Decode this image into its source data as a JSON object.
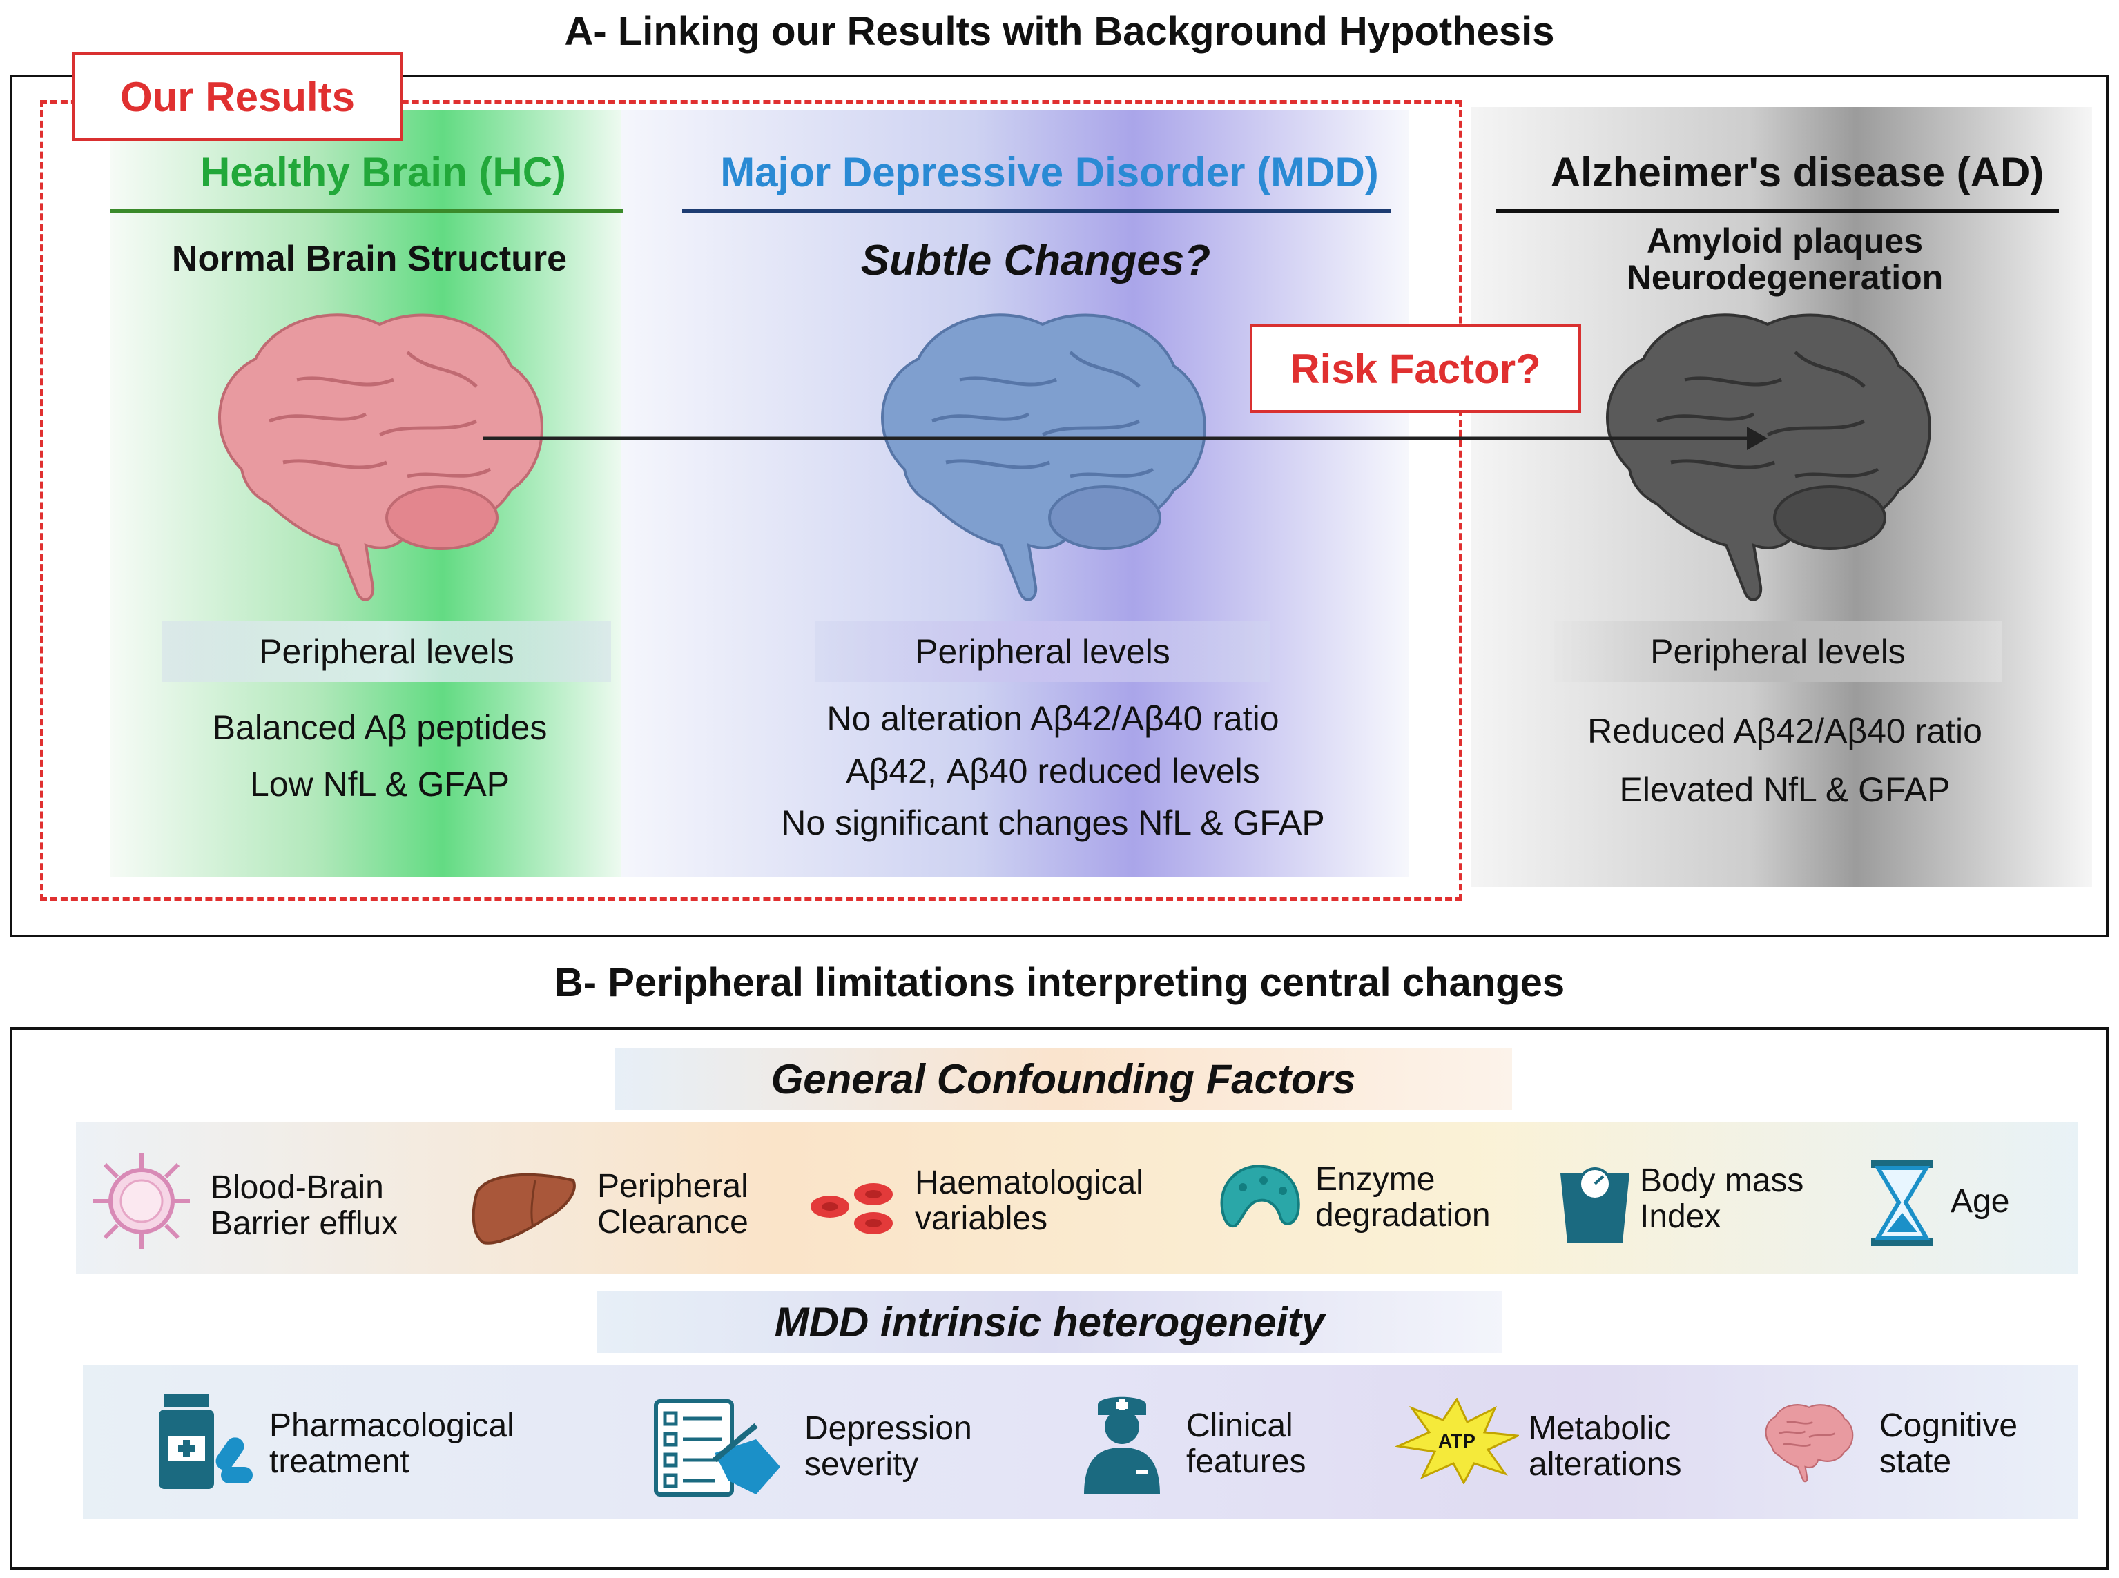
{
  "panelA": {
    "title": "A- Linking our Results with Background Hypothesis",
    "our_results": "Our Results",
    "risk_factor": "Risk Factor?",
    "columns": [
      {
        "heading": "Healthy Brain (HC)",
        "heading_color": "#22a83a",
        "subtitle": "Normal Brain Structure",
        "brain_color": "#e89aa0",
        "levels_label": "Peripheral levels",
        "lines": [
          "Balanced Aβ peptides",
          "Low NfL & GFAP"
        ]
      },
      {
        "heading": "Major Depressive Disorder (MDD)",
        "heading_color": "#2a8ad4",
        "subtitle": "Subtle Changes?",
        "brain_color": "#7f9fcf",
        "levels_label": "Peripheral levels",
        "lines": [
          "No alteration Aβ42/Aβ40 ratio",
          "Aβ42, Aβ40 reduced levels",
          "No significant changes NfL & GFAP"
        ]
      },
      {
        "heading": "Alzheimer's disease (AD)",
        "heading_color": "#111111",
        "subtitle_lines": [
          "Amyloid plaques",
          "Neurodegeneration"
        ],
        "brain_color": "#5a5a5a",
        "levels_label": "Peripheral levels",
        "lines": [
          "Reduced Aβ42/Aβ40 ratio",
          "Elevated NfL & GFAP"
        ]
      }
    ]
  },
  "panelB": {
    "title": "B- Peripheral limitations interpreting central changes",
    "general_title": "General Confounding Factors",
    "general_factors": [
      {
        "icon": "blood-brain-barrier-icon",
        "lines": [
          "Blood-Brain",
          "Barrier efflux"
        ]
      },
      {
        "icon": "liver-icon",
        "lines": [
          "Peripheral",
          "Clearance"
        ]
      },
      {
        "icon": "red-blood-cells-icon",
        "lines": [
          "Haematological",
          "variables"
        ]
      },
      {
        "icon": "enzyme-icon",
        "lines": [
          "Enzyme",
          "degradation"
        ]
      },
      {
        "icon": "weight-scale-icon",
        "lines": [
          "Body mass",
          "Index"
        ]
      },
      {
        "icon": "hourglass-icon",
        "lines": [
          "Age"
        ]
      }
    ],
    "mdd_title": "MDD intrinsic heterogeneity",
    "mdd_factors": [
      {
        "icon": "medication-icon",
        "lines": [
          "Pharmacological",
          "treatment"
        ]
      },
      {
        "icon": "checklist-icon",
        "lines": [
          "Depression",
          "severity"
        ]
      },
      {
        "icon": "doctor-icon",
        "lines": [
          "Clinical",
          "features"
        ]
      },
      {
        "icon": "atp-icon",
        "lines": [
          "Metabolic",
          "alterations"
        ],
        "badge": "ATP"
      },
      {
        "icon": "brain-icon",
        "lines": [
          "Cognitive",
          "state"
        ]
      }
    ]
  },
  "colors": {
    "accent_red": "#e03030",
    "teal": "#1b6a80"
  }
}
